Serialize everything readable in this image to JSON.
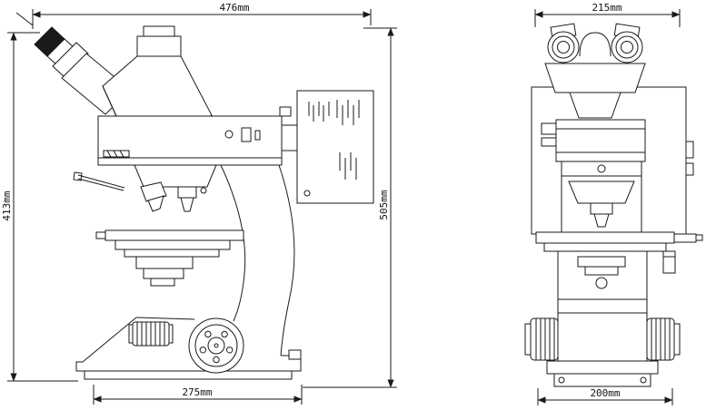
{
  "drawing": {
    "kind": "two-view technical outline drawing of an upright trinocular microscope with reflected-light illuminator and lamp house",
    "views": {
      "left": "side elevation",
      "right": "front elevation"
    }
  },
  "dimensions": {
    "side_top_width": "476mm",
    "side_left_height": "413mm",
    "side_right_height": "505mm",
    "side_bottom_width": "275mm",
    "front_top_width": "215mm",
    "front_bottom_width": "200mm"
  },
  "colors": {
    "line": "#1a1a1a",
    "background": "#ffffff"
  }
}
